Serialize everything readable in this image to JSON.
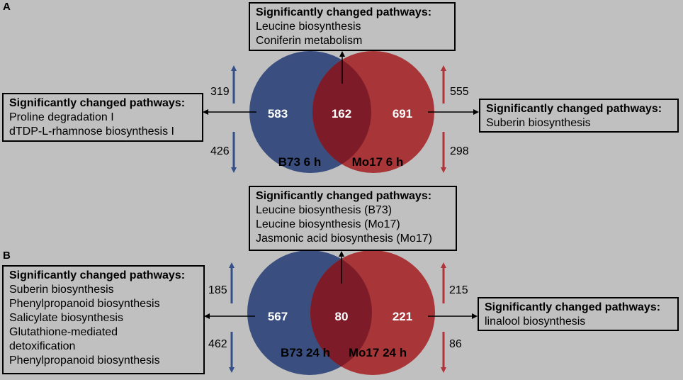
{
  "panels": [
    {
      "label": "A",
      "venn": {
        "left": {
          "count": "583",
          "label": "B73 6 h",
          "up": "319",
          "down": "426",
          "pathways_header": "Significantly changed pathways:",
          "pathways": [
            "Proline degradation I",
            "dTDP-L-rhamnose biosynthesis I"
          ]
        },
        "overlap": {
          "count": "162",
          "pathways_header": "Significantly changed pathways:",
          "pathways": [
            "Leucine biosynthesis",
            "Coniferin metabolism"
          ]
        },
        "right": {
          "count": "691",
          "label": "Mo17 6 h",
          "up": "555",
          "down": "298",
          "pathways_header": "Significantly changed pathways:",
          "pathways": [
            "Suberin biosynthesis"
          ]
        }
      }
    },
    {
      "label": "B",
      "venn": {
        "left": {
          "count": "567",
          "label": "B73 24 h",
          "up": "185",
          "down": "462",
          "pathways_header": "Significantly changed pathways:",
          "pathways": [
            "Suberin biosynthesis",
            "Phenylpropanoid biosynthesis",
            "Salicylate biosynthesis",
            "Glutathione-mediated",
            "detoxification",
            "Phenylpropanoid biosynthesis"
          ]
        },
        "overlap": {
          "count": "80",
          "pathways_header": "Significantly changed pathways:",
          "pathways": [
            "Leucine biosynthesis (B73)",
            "Leucine biosynthesis (Mo17)",
            "Jasmonic acid biosynthesis (Mo17)"
          ]
        },
        "right": {
          "count": "221",
          "label": "Mo17 24 h",
          "up": "215",
          "down": "86",
          "pathways_header": "Significantly changed pathways:",
          "pathways": [
            "linalool biosynthesis"
          ]
        }
      }
    }
  ],
  "colors": {
    "left_circle": "#3a4f7f",
    "right_circle": "#a83638",
    "overlap": "#7d1b28",
    "up_down_left": "#34508a",
    "up_down_right": "#b0343a"
  }
}
